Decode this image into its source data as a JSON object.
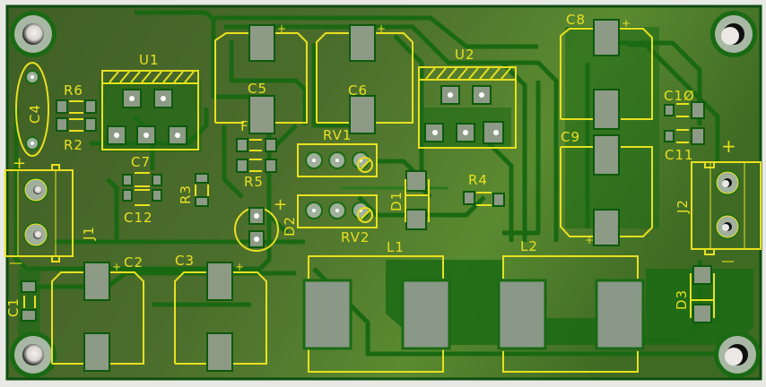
{
  "view": {
    "title": "PCB 3D view",
    "board_color": "#4a6a2a",
    "copper_color": "#1c6a14",
    "silkscreen_color": "#e8e020",
    "pad_color": "#8c9a86"
  },
  "components": {
    "U1": {
      "ref": "U1"
    },
    "U2": {
      "ref": "U2"
    },
    "C1": {
      "ref": "C1"
    },
    "C2": {
      "ref": "C2",
      "polarity": "+"
    },
    "C3": {
      "ref": "C3",
      "polarity": "+"
    },
    "C4": {
      "ref": "C4"
    },
    "C5": {
      "ref": "C5",
      "polarity": "+"
    },
    "C6": {
      "ref": "C6",
      "polarity": "+"
    },
    "C7": {
      "ref": "C7"
    },
    "C8": {
      "ref": "C8",
      "polarity": "+"
    },
    "C9": {
      "ref": "C9",
      "polarity": "+"
    },
    "C10": {
      "ref": "C1Ø"
    },
    "C11": {
      "ref": "C11"
    },
    "C12": {
      "ref": "C12"
    },
    "R2": {
      "ref": "R2"
    },
    "R3": {
      "ref": "R3"
    },
    "R4": {
      "ref": "R4"
    },
    "R5": {
      "ref": "R5"
    },
    "R6": {
      "ref": "R6"
    },
    "R7_partial": {
      "ref": "F"
    },
    "RV1": {
      "ref": "RV1"
    },
    "RV2": {
      "ref": "RV2"
    },
    "D1": {
      "ref": "D1"
    },
    "D2": {
      "ref": "D2",
      "polarity": "+"
    },
    "D3": {
      "ref": "D3"
    },
    "L1": {
      "ref": "L1"
    },
    "L2": {
      "ref": "L2"
    },
    "J1": {
      "ref": "J1",
      "plus": "+",
      "minus": "—"
    },
    "J2": {
      "ref": "J2",
      "plus": "+",
      "minus": "—"
    }
  },
  "icons": {
    "mounting_hole": "mounting-hole",
    "plus": "+"
  }
}
